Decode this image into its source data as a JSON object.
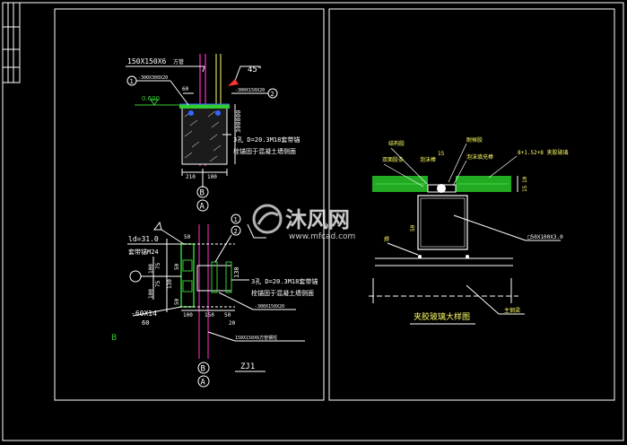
{
  "colors": {
    "background": "#000000",
    "line": "#ffffff",
    "column": "#ff33cc",
    "plate": "#33cc33",
    "text_yellow": "#ffff66",
    "accent_red": "#ff3333",
    "marker_blue": "#3366ff"
  },
  "left_top": {
    "column_label": "150X150X6",
    "column_label_suffix": "方管",
    "angle": "45°",
    "plate_left": "-300X300X20",
    "plate_right": "-300X150X20",
    "callout_1": "1",
    "callout_2": "2",
    "dim_top": "60",
    "level": "0.600",
    "dim_vertical": "300800",
    "note_line1": "3孔 D=20.3M18套带锚",
    "note_line2": "栓锚固于混凝土墙侧面",
    "dim_bottom_1": "210",
    "dim_bottom_2": "100",
    "axis_b": "B",
    "axis_a": "A"
  },
  "left_bottom": {
    "ld": "ld=31.0",
    "anchor": "套带锚M24",
    "side_dims": [
      "100",
      "75",
      "75",
      "100"
    ],
    "side_dims_right": [
      "50",
      "130",
      "50"
    ],
    "dim_top_right": "50",
    "weld": "-60X14",
    "weld_dim": "60",
    "callout_2": "2",
    "callout_1": "1",
    "note_line1": "3孔 D=20.3M18套带锚",
    "note_line2": "栓锚固于混凝土墙侧面",
    "plate": "-300X150X20",
    "dim_bottom": [
      "100",
      "150",
      "50"
    ],
    "dim_bottom_2": "20",
    "column_label": "150X150X6方管钢柱",
    "label_b": "B",
    "axis_b": "B",
    "axis_a": "A",
    "title": "ZJ1"
  },
  "right": {
    "label_glass_sheet": "结构胶",
    "label_foam": "泡沫棒",
    "label_seal": "耐候胶",
    "label_double_seal": "双面胶条",
    "label_bridge": "泡沫填充棒",
    "label_glass": "8+1.52+8 夹胶玻璃",
    "dim_mid": "15",
    "dim_right_1": "10",
    "dim_right_2": "15",
    "dim_height": "50",
    "label_tube": "□50X100X3.0",
    "label_weld": "焊",
    "label_beam": "主钢梁",
    "title": "夹胶玻璃大样图"
  },
  "watermark": {
    "brand": "沐风网",
    "url": "www.mfcad.com"
  }
}
